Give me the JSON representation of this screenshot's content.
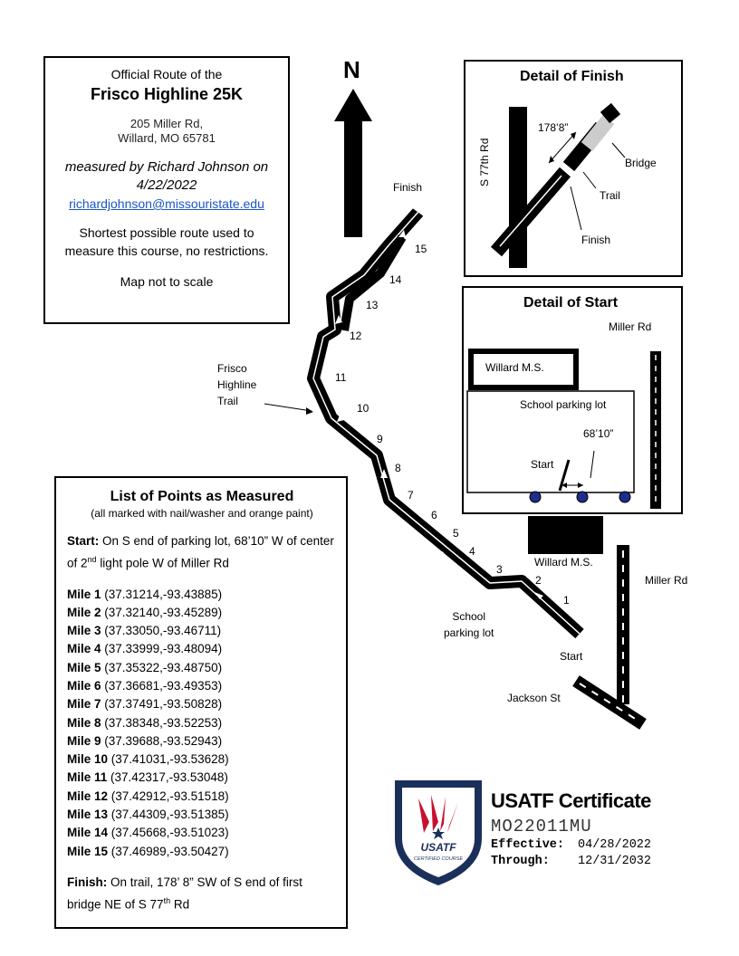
{
  "info": {
    "line1": "Official Route of the",
    "race_name": "Frisco Highline 25K",
    "address_line1": "205 Miller Rd,",
    "address_line2": "Willard, MO 65781",
    "measured_by": "measured by Richard Johnson on",
    "measured_date": "4/22/2022",
    "email": "richardjohnson@missouristate.edu",
    "note_line1": "Shortest possible route used to",
    "note_line2": "measure this course, no restrictions.",
    "scale_note": "Map not to scale"
  },
  "points": {
    "title": "List of Points as Measured",
    "subtitle": "(all marked with nail/washer and orange paint)",
    "start_label": "Start:",
    "start_text": "On S end of parking lot, 68’10” W of center of 2",
    "start_sup": "nd",
    "start_text2": "light pole W of Miller Rd",
    "miles": [
      {
        "label": "Mile 1",
        "coords": "(37.31214,-93.43885)"
      },
      {
        "label": "Mile 2",
        "coords": "(37.32140,-93.45289)"
      },
      {
        "label": "Mile 3",
        "coords": "(37.33050,-93.46711)"
      },
      {
        "label": "Mile 4",
        "coords": "(37.33999,-93.48094)"
      },
      {
        "label": "Mile 5",
        "coords": "(37.35322,-93.48750)"
      },
      {
        "label": "Mile 6",
        "coords": "(37.36681,-93.49353)"
      },
      {
        "label": "Mile 7",
        "coords": "(37.37491,-93.50828)"
      },
      {
        "label": "Mile 8",
        "coords": "(37.38348,-93.52253)"
      },
      {
        "label": "Mile 9",
        "coords": "(37.39688,-93.52943)"
      },
      {
        "label": "Mile 10",
        "coords": "(37.41031,-93.53628)"
      },
      {
        "label": "Mile 11",
        "coords": "(37.42317,-93.53048)"
      },
      {
        "label": "Mile 12",
        "coords": "(37.42912,-93.51518)"
      },
      {
        "label": "Mile 13",
        "coords": "(37.44309,-93.51385)"
      },
      {
        "label": "Mile 14",
        "coords": "(37.45668,-93.51023)"
      },
      {
        "label": "Mile 15",
        "coords": "(37.46989,-93.50427)"
      }
    ],
    "finish_label": "Finish:",
    "finish_text": "On trail, 178’ 8” SW of S end of first bridge NE of S 77",
    "finish_sup": "th",
    "finish_text2": "Rd"
  },
  "map": {
    "north": "N",
    "finish": "Finish",
    "start": "Start",
    "trail_line1": "Frisco",
    "trail_line2": "Highline",
    "trail_line3": "Trail",
    "school_lot_line1": "School",
    "school_lot_line2": "parking lot",
    "willard_ms": "Willard M.S.",
    "miller_rd": "Miller Rd",
    "jackson_st": "Jackson St",
    "mile_markers": [
      "1",
      "2",
      "3",
      "4",
      "5",
      "6",
      "7",
      "8",
      "9",
      "10",
      "11",
      "12",
      "13",
      "14",
      "15"
    ]
  },
  "finish_detail": {
    "title": "Detail of Finish",
    "road": "S 77th Rd",
    "distance": "178’8”",
    "bridge": "Bridge",
    "trail": "Trail",
    "finish": "Finish"
  },
  "start_detail": {
    "title": "Detail of Start",
    "miller_rd": "Miller Rd",
    "school": "Willard M.S.",
    "parking": "School parking lot",
    "distance": "68’10”",
    "start": "Start"
  },
  "certificate": {
    "title": "USATF Certificate",
    "code": "MO22011MU",
    "effective_label": "Effective:",
    "effective_date": "04/28/2022",
    "through_label": "Through:",
    "through_date": "12/31/2032",
    "badge_text": "USATF",
    "badge_sub": "CERTIFIED COURSE",
    "badge_color": "#c8102e",
    "badge_navy": "#1b2f5b"
  }
}
